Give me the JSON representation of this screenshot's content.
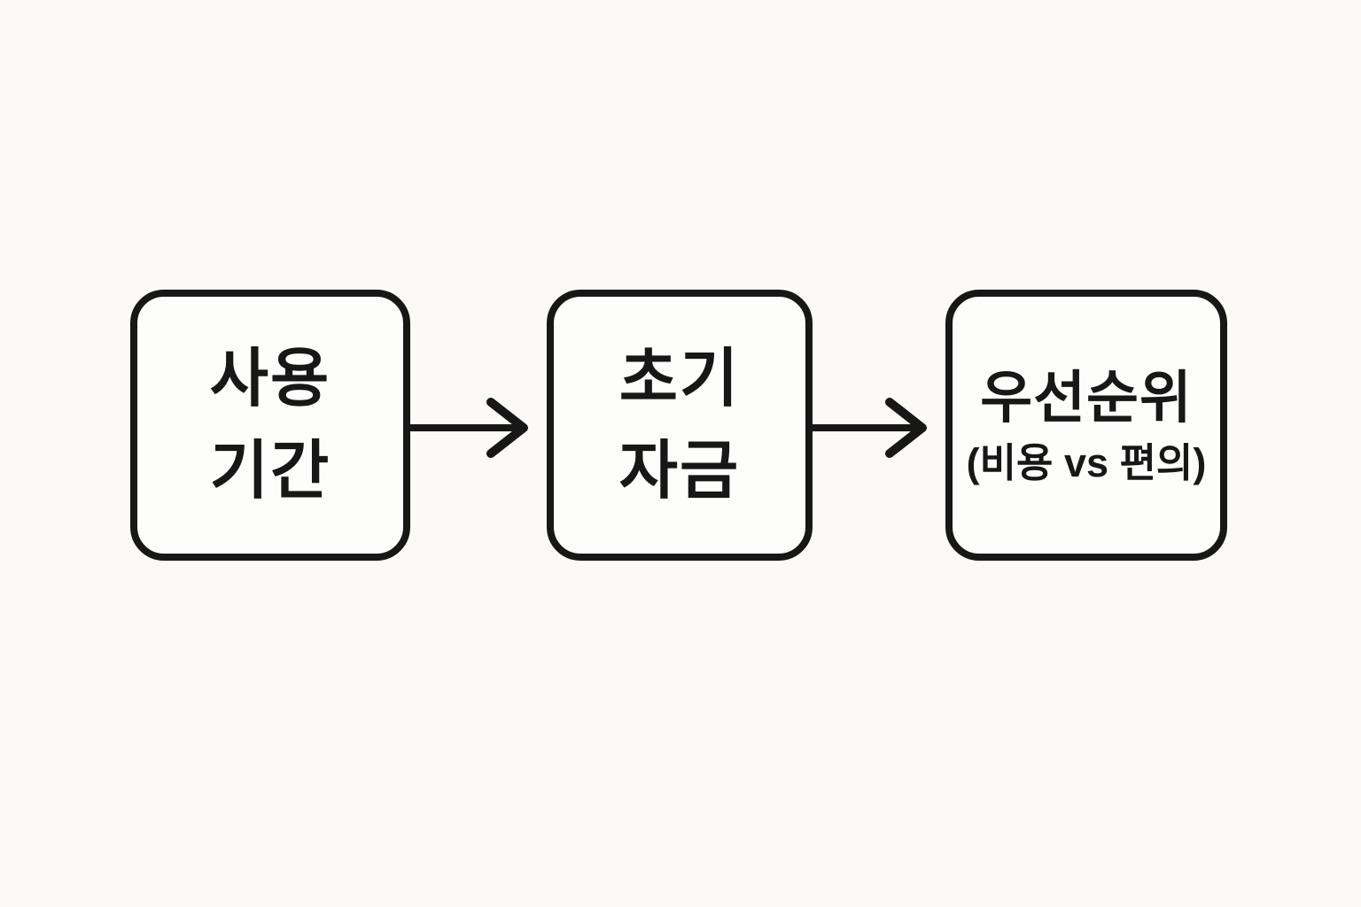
{
  "colors": {
    "background": "#FBFAF6",
    "box_fill": "#FDFDFB",
    "ink": "#171717"
  },
  "diagram": {
    "nodes": [
      {
        "name": "usage-period",
        "lines": [
          "사용",
          "기간"
        ]
      },
      {
        "name": "initial-funds",
        "lines": [
          "초기",
          "자금"
        ]
      },
      {
        "name": "priority",
        "title": "우선순위",
        "subtitle": "(비용 vs 편의)"
      }
    ],
    "arrows": [
      {
        "direction": "right"
      },
      {
        "direction": "right"
      }
    ]
  }
}
